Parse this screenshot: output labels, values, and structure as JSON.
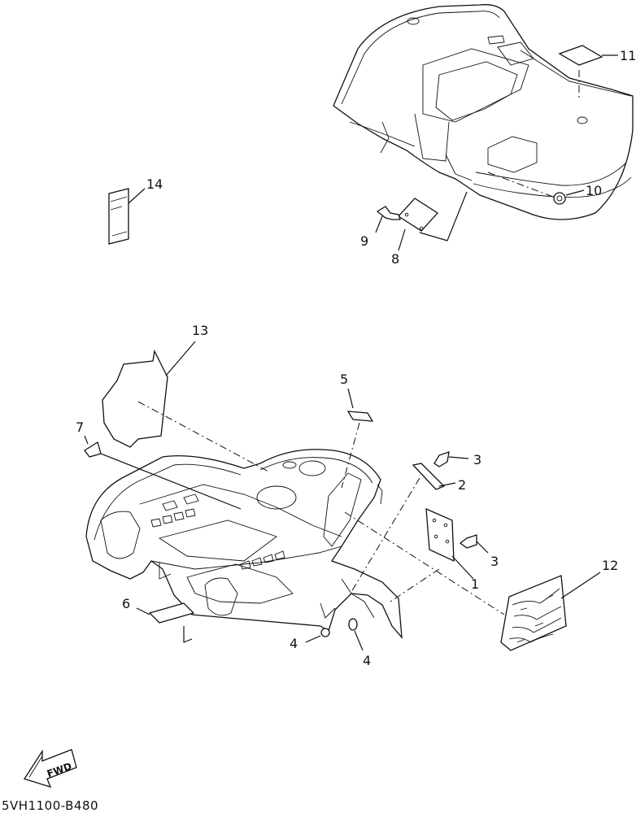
{
  "diagram": {
    "callouts": [
      {
        "id": "1",
        "text": "1"
      },
      {
        "id": "2",
        "text": "2"
      },
      {
        "id": "3a",
        "text": "3"
      },
      {
        "id": "3b",
        "text": "3"
      },
      {
        "id": "4a",
        "text": "4"
      },
      {
        "id": "4b",
        "text": "4"
      },
      {
        "id": "5",
        "text": "5"
      },
      {
        "id": "6",
        "text": "6"
      },
      {
        "id": "7",
        "text": "7"
      },
      {
        "id": "8",
        "text": "8"
      },
      {
        "id": "9",
        "text": "9"
      },
      {
        "id": "10",
        "text": "10"
      },
      {
        "id": "11",
        "text": "11"
      },
      {
        "id": "12",
        "text": "12"
      },
      {
        "id": "13",
        "text": "13"
      },
      {
        "id": "14",
        "text": "14"
      }
    ],
    "fwd_label": "FWD",
    "drawing_code": "5VH1100-B480"
  }
}
